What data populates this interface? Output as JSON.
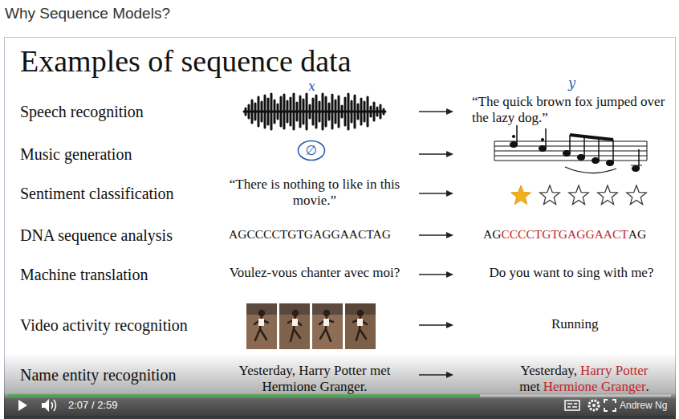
{
  "diagram": {
    "title": "Examples of sequence data",
    "nodes": [
      {
        "text": [
          "∅"
        ]
      }
    ],
    "labels": [
      "Why Sequence Models?",
      "Speech recognition",
      "Music generation",
      "Sentiment classification",
      "DNA sequence analysis",
      "Machine translation",
      "Video activity recognition",
      "Name entity recognition",
      "x",
      "y",
      "“The quick brown fox jumped over the lazy dog.”",
      "“There is nothing to like in this movie.”",
      "AGCCCCTGTGAGGAACTAG",
      "AG",
      "CCCCTGTGAGGAACT",
      "AG",
      "Voulez-vous chanter avec moi?",
      "Do you want to sing with me?",
      "Running",
      "Yesterday, Harry Potter met Hermione Granger.",
      "Yesterday,",
      "Harry Potter",
      "met",
      "Hermione Granger",
      ".",
      "2:07 / 2:59",
      "Andrew Ng"
    ]
  }
}
